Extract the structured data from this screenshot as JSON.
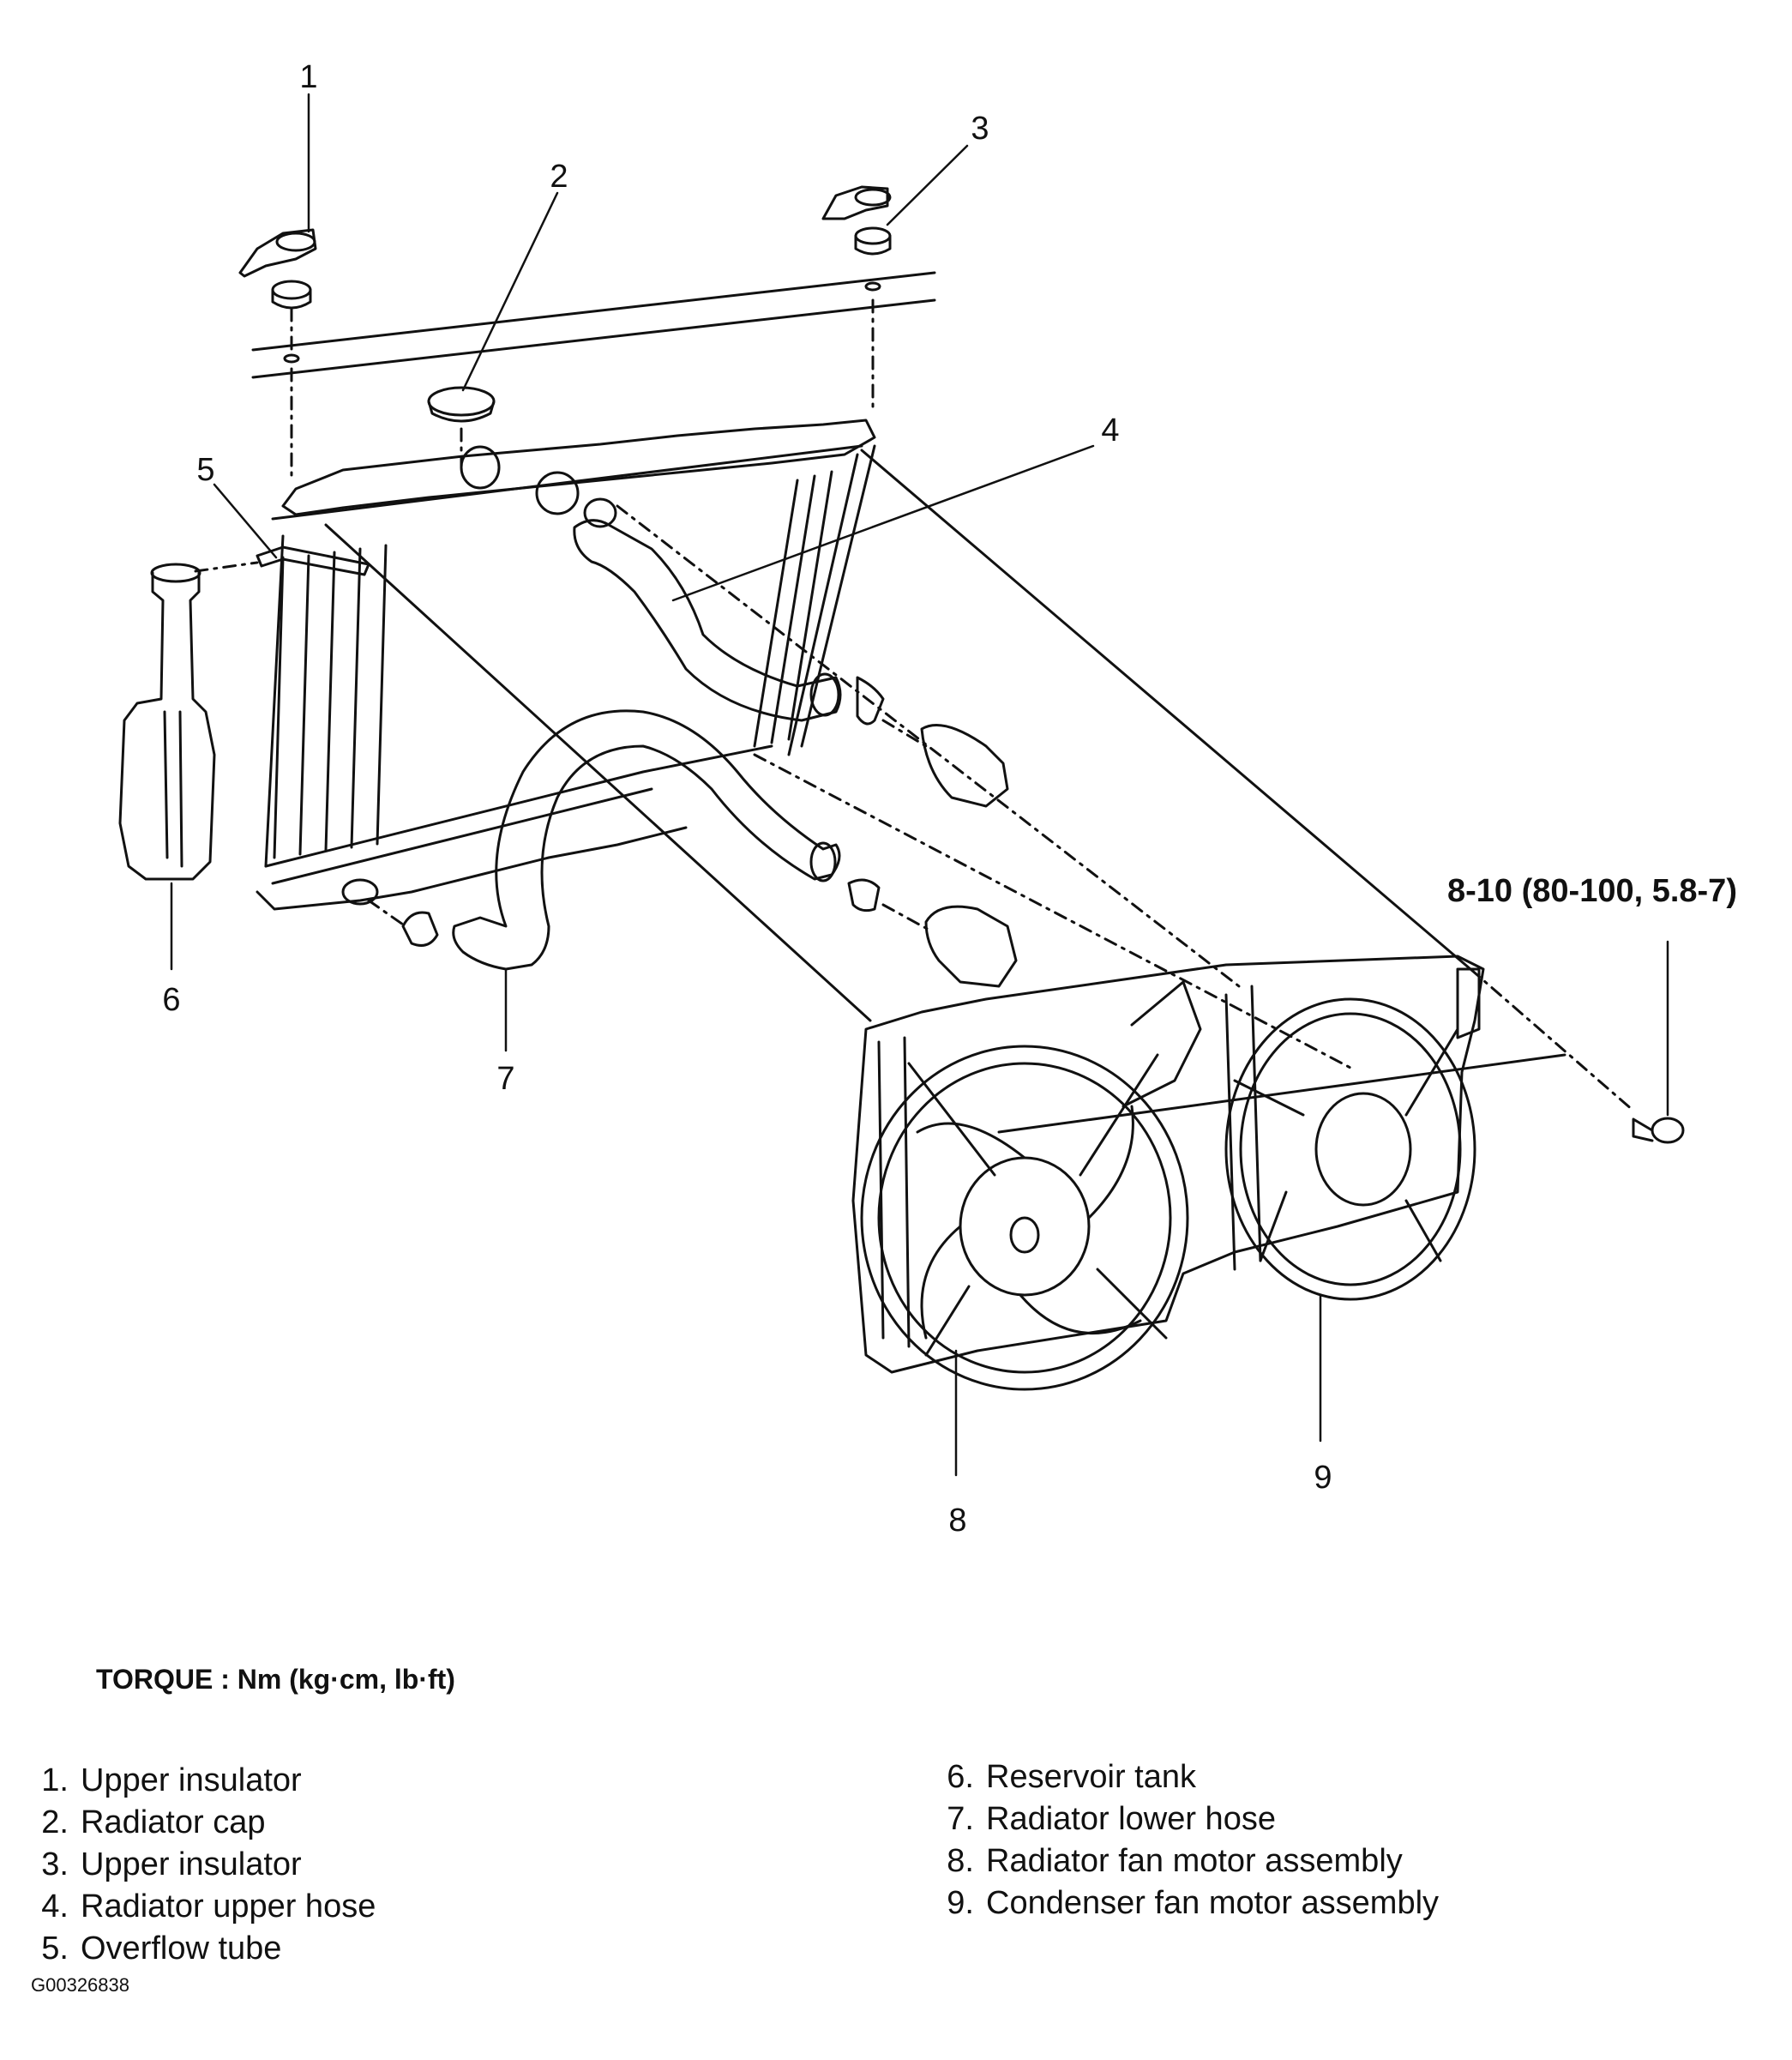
{
  "callouts": [
    {
      "id": "1",
      "label": "1"
    },
    {
      "id": "2",
      "label": "2"
    },
    {
      "id": "3",
      "label": "3"
    },
    {
      "id": "4",
      "label": "4"
    },
    {
      "id": "5",
      "label": "5"
    },
    {
      "id": "6",
      "label": "6"
    },
    {
      "id": "7",
      "label": "7"
    },
    {
      "id": "8",
      "label": "8"
    },
    {
      "id": "9",
      "label": "9"
    }
  ],
  "torque_spec": "8-10 (80-100, 5.8-7)",
  "torque_heading": "TORQUE : Nm (kg·cm, lb·ft)",
  "legend": [
    {
      "num": "1.",
      "text": "Upper insulator"
    },
    {
      "num": "2.",
      "text": "Radiator cap"
    },
    {
      "num": "3.",
      "text": "Upper insulator"
    },
    {
      "num": "4.",
      "text": "Radiator upper hose"
    },
    {
      "num": "5.",
      "text": "Overflow tube"
    },
    {
      "num": "6.",
      "text": "Reservoir tank"
    },
    {
      "num": "7.",
      "text": "Radiator lower hose"
    },
    {
      "num": "8.",
      "text": "Radiator fan motor assembly"
    },
    {
      "num": "9.",
      "text": "Condenser fan motor assembly"
    }
  ],
  "figure_id": "G00326838",
  "colors": {
    "ink": "#111111",
    "paper": "#ffffff"
  }
}
